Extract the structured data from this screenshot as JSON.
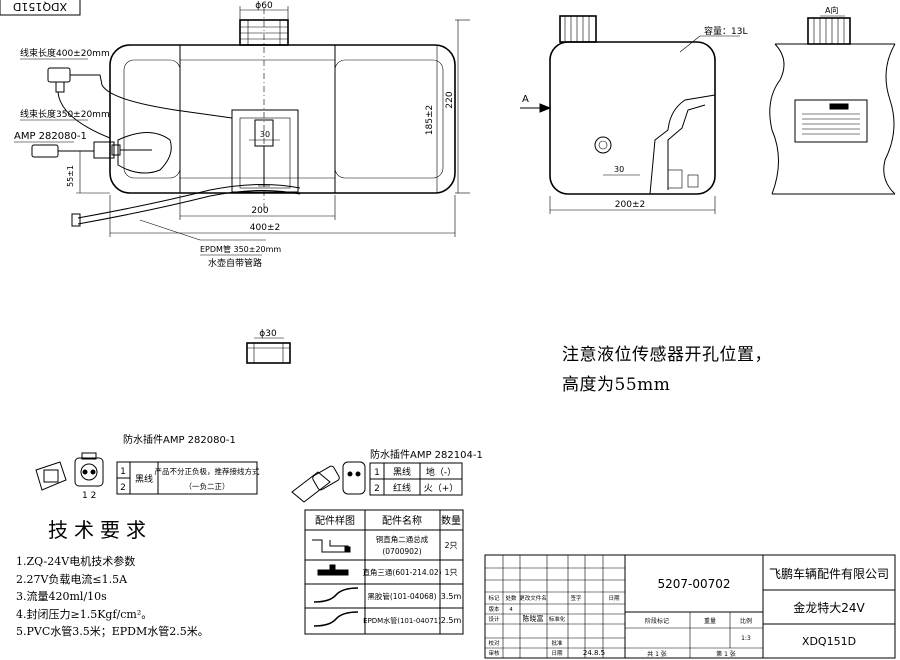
{
  "drawing_no_topleft": "XDQ151D",
  "front_view": {
    "dim_phi60": "ϕ60",
    "dim_200": "200",
    "dim_400": "400±2",
    "dim_220": "220",
    "dim_185": "185±2",
    "dim_30": "30",
    "dim_55": "55±1",
    "wire1": "线束长度400±20mm",
    "wire2": "线束长度350±20mm",
    "amp": "AMP 282080-1",
    "epdm": "EPDM管 350±20mm",
    "self_pipe": "水壶自带管路"
  },
  "side_view": {
    "capacity": "容量：13L",
    "arrow_a": "A",
    "dim_30": "30",
    "dim_200": "200±2"
  },
  "view_a": {
    "title": "A向"
  },
  "cap_dim": "ϕ30",
  "note": {
    "line1": "注意液位传感器开孔位置，",
    "line2": "高度为55mm"
  },
  "plug1": {
    "title": "防水插件AMP 282080-1",
    "pin1": "1",
    "pin2": "2",
    "wire": "黑线",
    "desc1": "产品不分正负极，推荐接线方式",
    "desc2": "（一负二正）",
    "pins_label": "1 2"
  },
  "plug2": {
    "title": "防水插件AMP 282104-1",
    "rows": [
      {
        "n": "1",
        "wire": "黑线",
        "func": "地（-）"
      },
      {
        "n": "2",
        "wire": "红线",
        "func": "火（+）"
      }
    ]
  },
  "parts": {
    "headers": [
      "配件样图",
      "配件名称",
      "数量"
    ],
    "rows": [
      {
        "name": "铜直角二通总成",
        "code": "(0700902)",
        "qty": "2只"
      },
      {
        "name": "直角三通(601-214.02)",
        "code": "",
        "qty": "1只"
      },
      {
        "name": "黑胶管(101-04068)",
        "code": "",
        "qty": "3.5m"
      },
      {
        "name": "EPDM水管(101-04071)",
        "code": "",
        "qty": "2.5m"
      }
    ]
  },
  "tech": {
    "title": "技术要求",
    "items": [
      "1.ZQ-24V电机技术参数",
      "2.27V负载电流≤1.5A",
      "3.流量420ml/10s",
      "4.封闭压力≥1.5Kgf/cm²。",
      "5.PVC水管3.5米；EPDM水管2.5米。"
    ]
  },
  "title_block": {
    "part_no": "5207-00702",
    "company": "飞鹏车辆配件有限公司",
    "product": "金龙特大24V",
    "drawing_no": "XDQ151D",
    "labels": [
      "标记",
      "处数",
      "更改文件名",
      "签字",
      "日期"
    ],
    "designer_label": "设计",
    "designer": "陈晓富",
    "std_label": "标准化",
    "version_label": "版本",
    "version": "4",
    "check_label": "校对",
    "review_label": "审核",
    "approve_label": "批准",
    "date_label": "日期",
    "date": "24.8.5",
    "stage_label": "阶段标记",
    "weight_label": "重量",
    "scale_label": "比例",
    "scale": "1:3",
    "sheets": "共 1 张",
    "sheet": "第 1 张"
  }
}
